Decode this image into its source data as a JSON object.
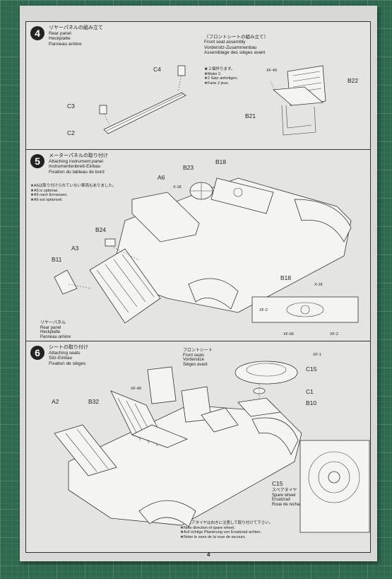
{
  "page_number": "4",
  "step4": {
    "num": "4",
    "title_jp": "リヤーパネルの組み立て",
    "title_en": "Rear panel",
    "title_de": "Heckplatte",
    "title_fr": "Panneau arrière",
    "seat_jp": "〈フロントシートの組み立て〉",
    "seat_en": "Front seat assembly",
    "seat_de": "Vordersitz-Zusammenbau",
    "seat_fr": "Assemblage des sièges avant",
    "make_jp": "★２個作ります。",
    "make_en": "★Make 2.",
    "make_de": "★2 Satz anfertigen.",
    "make_fr": "★Faire 2 jeux.",
    "labels": {
      "c4": "C4",
      "c3": "C3",
      "c2": "C2",
      "xf49": "XF-49",
      "b22": "B22",
      "b21": "B21"
    }
  },
  "step5": {
    "num": "5",
    "title_jp": "メーターパネルの取り付け",
    "title_en": "Attaching instrument panel",
    "title_de": "Instrumentenbrett-Einbau",
    "title_fr": "Fixation du tableau de bord",
    "note_jp": "★A6は取り付けられていない車両もありました。",
    "note_en": "★A6 is optional.",
    "note_de": "★A6 nach Ermessen.",
    "note_fr": "★A6 est optionnel.",
    "rear_jp": "リヤーパネル",
    "rear_en": "Rear panel",
    "rear_de": "Heckplatte",
    "rear_fr": "Panneau arrière",
    "labels": {
      "b18": "B18",
      "b23": "B23",
      "a6": "A6",
      "x18": "X-18",
      "b24": "B24",
      "a3": "A3",
      "b11": "B11",
      "b18b": "B18",
      "x18b": "X-18",
      "xf2": "XF-2",
      "xf66": "XF-66",
      "xf2b": "XF-2"
    }
  },
  "step6": {
    "num": "6",
    "title_jp": "シートの取り付け",
    "title_en": "Attaching seats",
    "title_de": "Sitz-Einbau",
    "title_fr": "Fixation de sièges",
    "front_jp": "フロントシート",
    "front_en": "Front seats",
    "front_de": "Vordersitze",
    "front_fr": "Sièges avant",
    "spare_jp": "スペアタイヤ",
    "spare_en": "Spare wheel",
    "spare_de": "Ersatzrad",
    "spare_fr": "Roue de rechange",
    "note_jp": "★スペアタイヤは向きに注意して取り付けて下さい。",
    "note_en": "★Note direction of spare wheel.",
    "note_de": "★Auf richtige Plazierung von Ersatzrad achten.",
    "note_fr": "★Noter le sens de la roue de secours.",
    "labels": {
      "xf1": "XF-1",
      "c15": "C15",
      "c1": "C1",
      "b10": "B10",
      "xf49": "XF-49",
      "a2": "A2",
      "b32": "B32",
      "c15b": "C15"
    }
  }
}
